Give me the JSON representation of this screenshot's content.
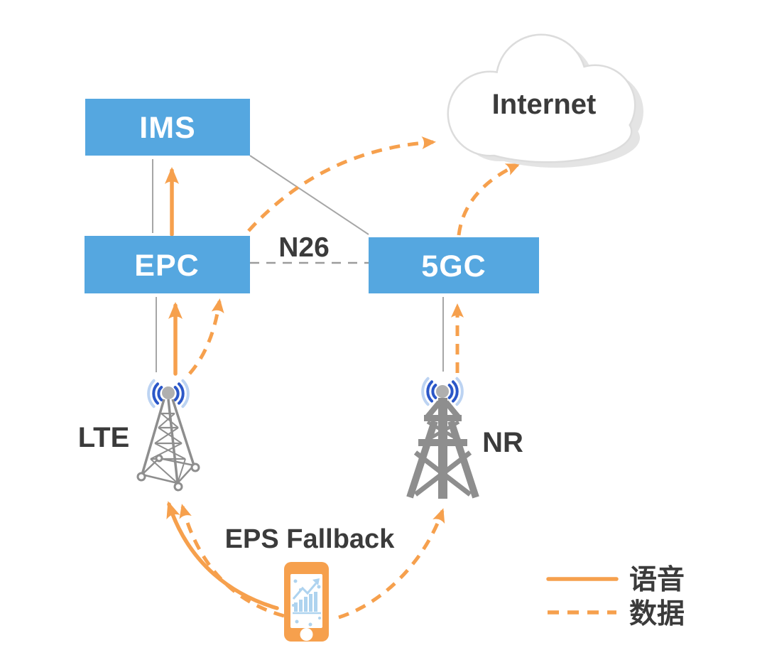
{
  "colors": {
    "box_blue": "#55A7E0",
    "orange": "#F6A04D",
    "line_gray": "#A6A6A6",
    "dash_gray": "#9C9C9C",
    "text_dark": "#3B3B3B",
    "tower_gray": "#8E8E8E",
    "ball_gray": "#AFAFAF",
    "wave_dark": "#2B57C8",
    "wave_mid": "#5B86D8",
    "wave_light": "#BCD3F2",
    "chart_blue": "#AED3EF",
    "cloud_edge": "#DCDCDC",
    "cloud_shadow": "#E4E4E4"
  },
  "nodes": {
    "ims": {
      "label": "IMS",
      "type": "core-network-box"
    },
    "epc": {
      "label": "EPC",
      "type": "core-network-box"
    },
    "fgc": {
      "label": "5GC",
      "type": "core-network-box"
    },
    "internet": {
      "label": "Internet",
      "type": "cloud"
    },
    "lte": {
      "label": "LTE",
      "type": "radio-tower"
    },
    "nr": {
      "label": "NR",
      "type": "radio-tower"
    },
    "ue": {
      "label": "EPS Fallback",
      "type": "smartphone"
    }
  },
  "interfaces": {
    "n26": {
      "label": "N26"
    }
  },
  "legend": {
    "voice": {
      "label": "语音",
      "line_style": "solid"
    },
    "data": {
      "label": "数据",
      "line_style": "dashed"
    }
  },
  "flows": [
    {
      "from": "UE",
      "to": "LTE",
      "type": "voice"
    },
    {
      "from": "UE",
      "to": "LTE",
      "type": "data"
    },
    {
      "from": "UE",
      "to": "NR",
      "type": "data"
    },
    {
      "from": "LTE",
      "to": "EPC",
      "type": "voice"
    },
    {
      "from": "LTE",
      "to": "EPC",
      "type": "data"
    },
    {
      "from": "EPC",
      "to": "IMS",
      "type": "voice"
    },
    {
      "from": "EPC",
      "to": "Internet",
      "type": "data"
    },
    {
      "from": "NR",
      "to": "5GC",
      "type": "data"
    },
    {
      "from": "5GC",
      "to": "Internet",
      "type": "data"
    },
    {
      "from": "EPC",
      "to": "5GC",
      "type": "interface",
      "label": "N26"
    },
    {
      "from": "IMS",
      "to": "5GC",
      "type": "association"
    }
  ]
}
